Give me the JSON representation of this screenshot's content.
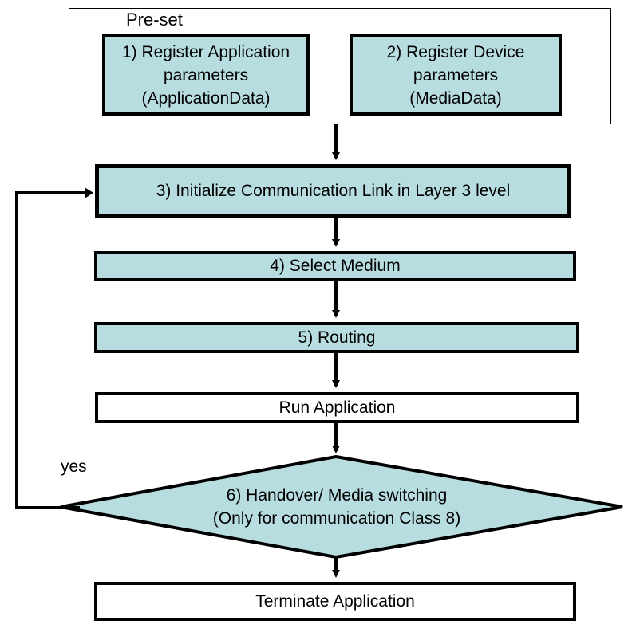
{
  "preset": {
    "label": "Pre-set"
  },
  "steps": {
    "step1": {
      "lines": [
        "1) Register Application",
        "parameters",
        "(ApplicationData)"
      ]
    },
    "step2": {
      "lines": [
        "2) Register Device",
        "parameters",
        "(MediaData)"
      ]
    },
    "step3": {
      "label": "3) Initialize Communication Link in Layer 3 level"
    },
    "step4": {
      "label": "4) Select Medium"
    },
    "step5": {
      "label": "5) Routing"
    },
    "run_app": {
      "label": "Run Application"
    },
    "decision": {
      "lines": [
        "6) Handover/ Media switching",
        "(Only for communication Class 8)"
      ]
    },
    "terminate_app": {
      "label": "Terminate Application"
    }
  },
  "edges": {
    "yes_label": "yes"
  },
  "colors": {
    "box_fill": "#b7dde0",
    "stroke": "#000000"
  }
}
